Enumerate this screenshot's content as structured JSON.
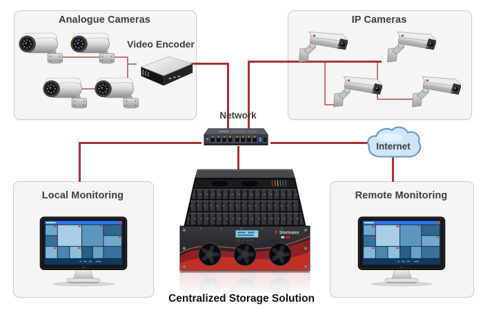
{
  "colors": {
    "line_red": "#a93030",
    "line_red_light": "#c8736d",
    "box_bg": "#f5f5f5",
    "box_border": "#cbcbcb",
    "label_color": "#3d3d3d",
    "cloud_fill": "#cfe6fa",
    "cloud_border": "#6d9bc9",
    "caption_color": "#111111"
  },
  "analogue_group": {
    "title": "Analogue Cameras",
    "encoder_label": "Video Encoder",
    "camera_count": 4
  },
  "ip_group": {
    "title": "IP Cameras",
    "camera_count": 4
  },
  "network": {
    "label": "Network",
    "visible_ports": 8
  },
  "internet": {
    "label": "Internet"
  },
  "local_group": {
    "title": "Local Monitoring"
  },
  "remote_group": {
    "title": "Remote Monitoring"
  },
  "storage": {
    "caption": "Centralized Storage Solution",
    "brand": "Storinator"
  }
}
